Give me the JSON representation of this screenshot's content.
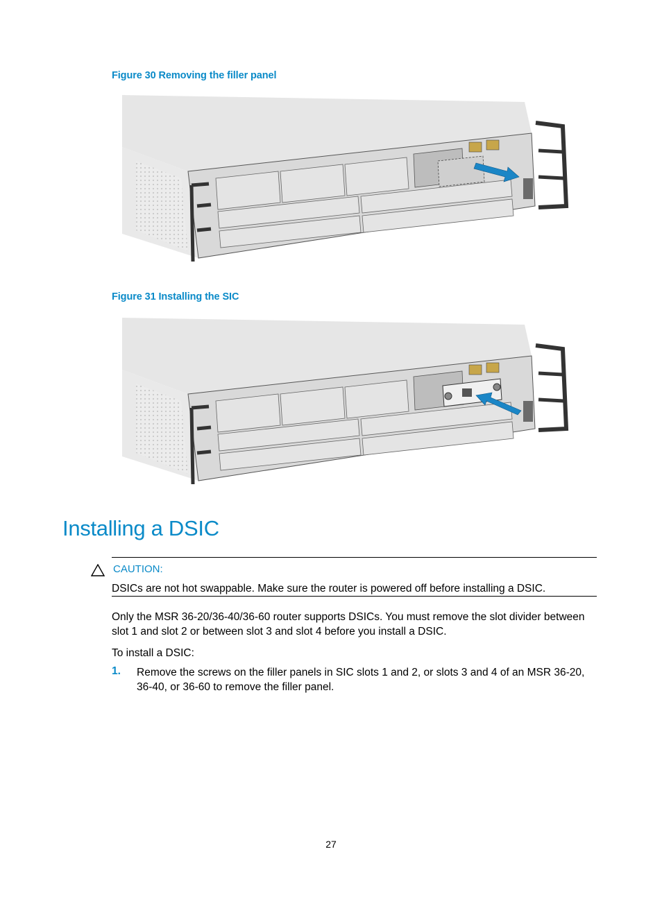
{
  "figure30": {
    "caption": "Figure 30 Removing the filler panel"
  },
  "figure31": {
    "caption": "Figure 31 Installing the SIC"
  },
  "section": {
    "heading": "Installing a DSIC"
  },
  "caution": {
    "label": "CAUTION:",
    "text": "DSICs are not hot swappable. Make sure the router is powered off before installing a DSIC."
  },
  "paragraphs": [
    "Only the MSR 36-20/36-40/36-60 router supports DSICs. You must remove the slot divider between slot 1 and slot 2 or between slot 3 and slot 4 before you install a DSIC.",
    "To install a DSIC:"
  ],
  "steps": [
    {
      "number": "1.",
      "text": "Remove the screws on the filler panels in SIC slots 1 and 2, or slots 3 and 4 of an MSR 36-20, 36-40, or 36-60 to remove the filler panel."
    }
  ],
  "footer": {
    "page_number": "27"
  },
  "colors": {
    "accent": "#0a8ac8",
    "arrow": "#1b86c6"
  }
}
